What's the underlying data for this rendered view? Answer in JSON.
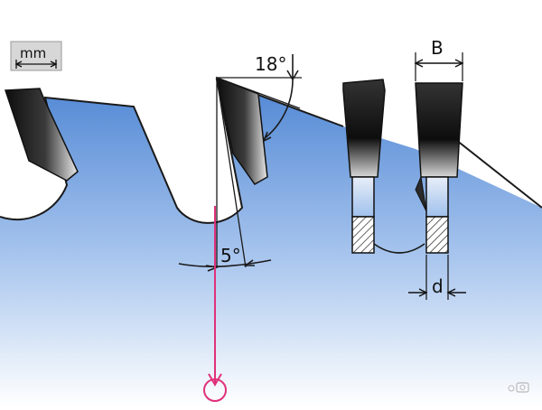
{
  "labels": {
    "unit": "mm",
    "rake_angle": "18°",
    "clearance_angle": "5°",
    "kerf_width": "B",
    "plate_thickness": "d"
  },
  "colors": {
    "blade_top": "#4f86d4",
    "blade_bottom": "#ffffff",
    "tooth_dark": "#111111",
    "tooth_light": "#e6e6e6",
    "shank_blue": "#9fc0ec",
    "outline": "#1a1a1a",
    "marker": "#e0317a"
  },
  "icons": {
    "ruler": "ruler-icon",
    "arrow": "down-arrow-marker-icon",
    "camera": "camera-icon"
  }
}
